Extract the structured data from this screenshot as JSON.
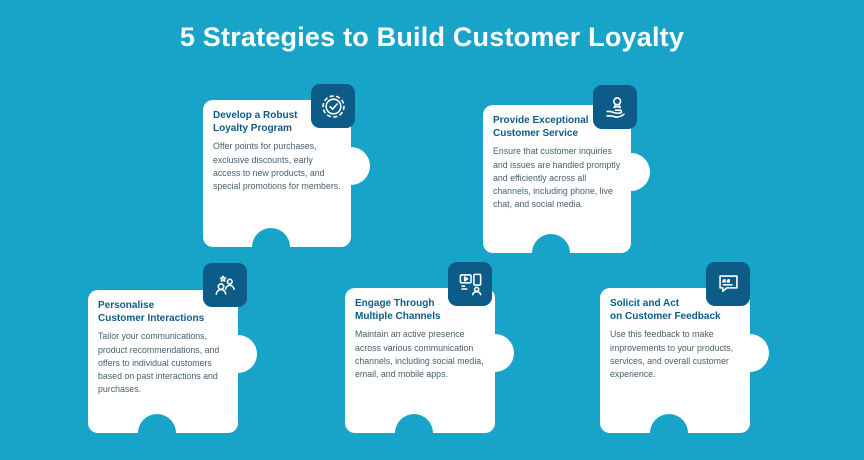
{
  "title": "5 Strategies to Build Customer Loyalty",
  "colors": {
    "background": "#18A4C9",
    "card": "#FFFFFF",
    "badge": "#0D5C87",
    "heading": "#0D5C87",
    "body_text": "#46606F"
  },
  "cards": [
    {
      "icon": "gear-check-icon",
      "title": "Develop a Robust\nLoyalty Program",
      "body": "Offer points for purchases, exclusive discounts, early access to new products, and special promotions for members."
    },
    {
      "icon": "medal-hand-icon",
      "title": "Provide Exceptional\nCustomer Service",
      "body": "Ensure that customer inquiries and issues are handled promptly and efficiently across all channels, including phone, live chat, and social media."
    },
    {
      "icon": "people-star-icon",
      "title": "Personalise\nCustomer Interactions",
      "body": "Tailor your communications, product recommendations, and offers to individual customers based on past interactions and purchases."
    },
    {
      "icon": "multi-device-icon",
      "title": "Engage Through\nMultiple Channels",
      "body": "Maintain an active presence across various communication channels, including social media, email, and mobile apps."
    },
    {
      "icon": "feedback-chat-icon",
      "title": "Solicit and Act\non Customer Feedback",
      "body": "Use this feedback to make improvements to your products, services, and overall customer experience."
    }
  ]
}
